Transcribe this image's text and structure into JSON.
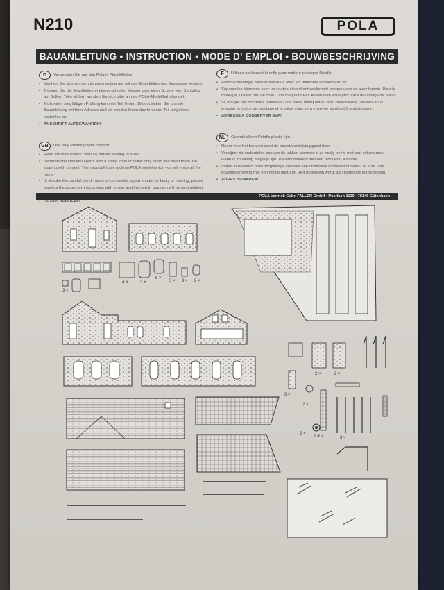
{
  "header": {
    "model_number": "N210",
    "brand_logo": "POLA",
    "banner": "BAUANLEITUNG • INSTRUCTION • MODE D' EMPLOI • BOUWBESCHRIJVING"
  },
  "sections": {
    "de": {
      "badge": "D",
      "lead": "Verwenden Sie nur den Polafix Plastikkleber.",
      "items": [
        "Machen Sie sich vor dem Zusammenbau gut mit den Einzelteilen des Bausatzes vertraut.",
        "Trennen Sie die Einzelteile mit einem scharfen Messer oder einer Schere vom Spritzling ab. Sollten Teile fehlen, wenden Sie sich bitte an den POLA-Modellbahnhandel.",
        "Trotz einer sorgfältigen Prüfung kann ein Teil fehlen. Bitte schicken Sie uns die Bauanleitung mit Ihrer Adresse und wir senden Ihnen das fehlende Teil umgehend kostenlos zu.",
        "ANSCHRIFT AUFBEWAHREN!"
      ]
    },
    "gb": {
      "badge": "GB",
      "lead": "Use only Polafix plastic cement.",
      "items": [
        "Read the instructions carefully before starting to build.",
        "Separate the individual parts with a sharp knife or cutter only when you need them. Be sparing with cement. Then you will have a clean POLA model which you will enjoy all the more.",
        "If, despite the careful check made by our works, a part should be faulty or missing, please send us the assembly instructions with a note and the part in question will be sent without delay free of charge.",
        "RETAIN ADDRESS!"
      ]
    },
    "fr": {
      "badge": "F",
      "lead": "Utilisez seulement la colle pour matière plastique Polafix.",
      "items": [
        "Avant le montage, familiarisez-vous avec les différents éléments du kit.",
        "Séparez les éléments avec un couteau tranchant seulement lorsque vous en avez besoin. Pour le montage, utilisez peu de colle. Une maquette POLA bien faite vous procurera davantage de plaisir.",
        "Si, malgré nos contrôles minutieux, une pièce manquait ou était défectueuse, veuillez nous envoyer la notice de montage et la pièce vous sera envoyée au plus tôt gratuitement.",
        "ADRESSE A CONSERVER SVP!"
      ]
    },
    "nl": {
      "badge": "NL",
      "lead": "Gebruik alleen Polafix plastic lijm.",
      "items": [
        "Neem voor het bouwen eerst de bouwbeschrijving goed door.",
        "Verwijder de onderdelen pas van de takken wanneer u ze nodig heeft, met een scherp mes. Gebruik zo weinig mogelijk lijm. U wordt beloond met een mooi POLA model.",
        "Indien er ondanks onze zorgvuldige controle een onderdeel ontbreekt of defect is, kunt u de bouwbeschrijving met een notitie opsturen. Het onderdeel wordt dan kosteloos toegezonden.",
        "ADRES BEWAREN!"
      ]
    }
  },
  "footer_address": "POLA Vertrieb Gebr. FALLER GmbH · Postfach 1120 · 78146 Gütenbach",
  "part_counts": [
    "3 ×",
    "4 ×",
    "3 ×",
    "6 ×",
    "3 ×",
    "3 ×",
    "2 ×",
    "2 ×",
    "2 ×",
    "3 ×",
    "2 ×",
    "2 ×",
    "2 ×",
    "2 ×",
    "3 ×"
  ]
}
